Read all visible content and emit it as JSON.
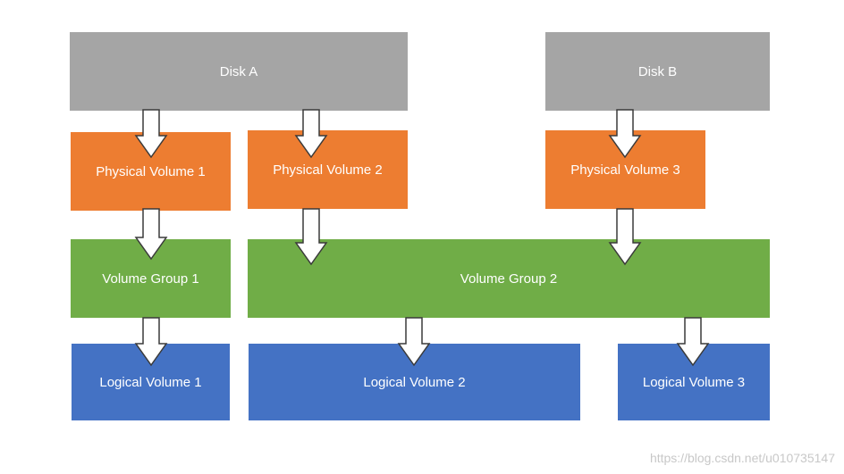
{
  "disks": [
    {
      "label": "Disk A"
    },
    {
      "label": "Disk B"
    }
  ],
  "physical_volumes": [
    {
      "label": "Physical Volume 1"
    },
    {
      "label": "Physical Volume 2"
    },
    {
      "label": "Physical Volume 3"
    }
  ],
  "volume_groups": [
    {
      "label": "Volume Group 1"
    },
    {
      "label": "Volume Group 2"
    }
  ],
  "logical_volumes": [
    {
      "label": "Logical Volume 1"
    },
    {
      "label": "Logical Volume 2"
    },
    {
      "label": "Logical Volume 3"
    }
  ],
  "colors": {
    "disk": "#a5a5a5",
    "physical_volume": "#ed7d31",
    "volume_group": "#70ad47",
    "logical_volume": "#4472c4"
  },
  "watermark": "https://blog.csdn.net/u010735147"
}
